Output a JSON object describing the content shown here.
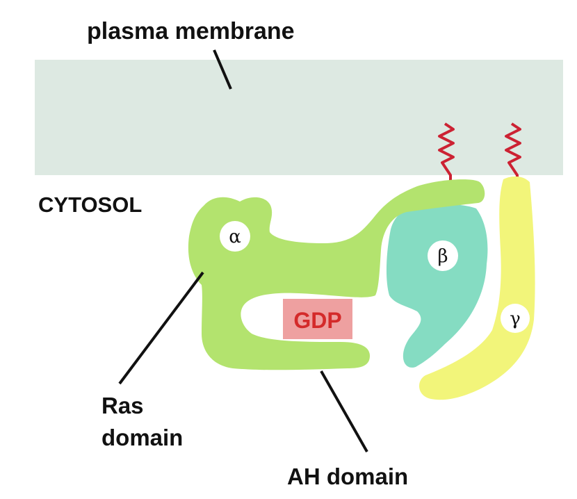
{
  "labels": {
    "membrane": "plasma membrane",
    "cytosol": "CYTOSOL",
    "ras_line1": "Ras",
    "ras_line2": "domain",
    "ah": "AH domain",
    "gdp": "GDP"
  },
  "subunits": {
    "alpha": "α",
    "beta": "β",
    "gamma": "γ"
  },
  "colors": {
    "membrane": "#dde9e2",
    "alpha": "#b3e36e",
    "beta": "#85dcc2",
    "gamma": "#f2f57a",
    "lipid_anchor": "#cc2233",
    "gdp_box": "#eea0a0",
    "gdp_text": "#d42a2a"
  },
  "icons": [
    "lipid-anchor-icon",
    "lipid-anchor-icon"
  ]
}
